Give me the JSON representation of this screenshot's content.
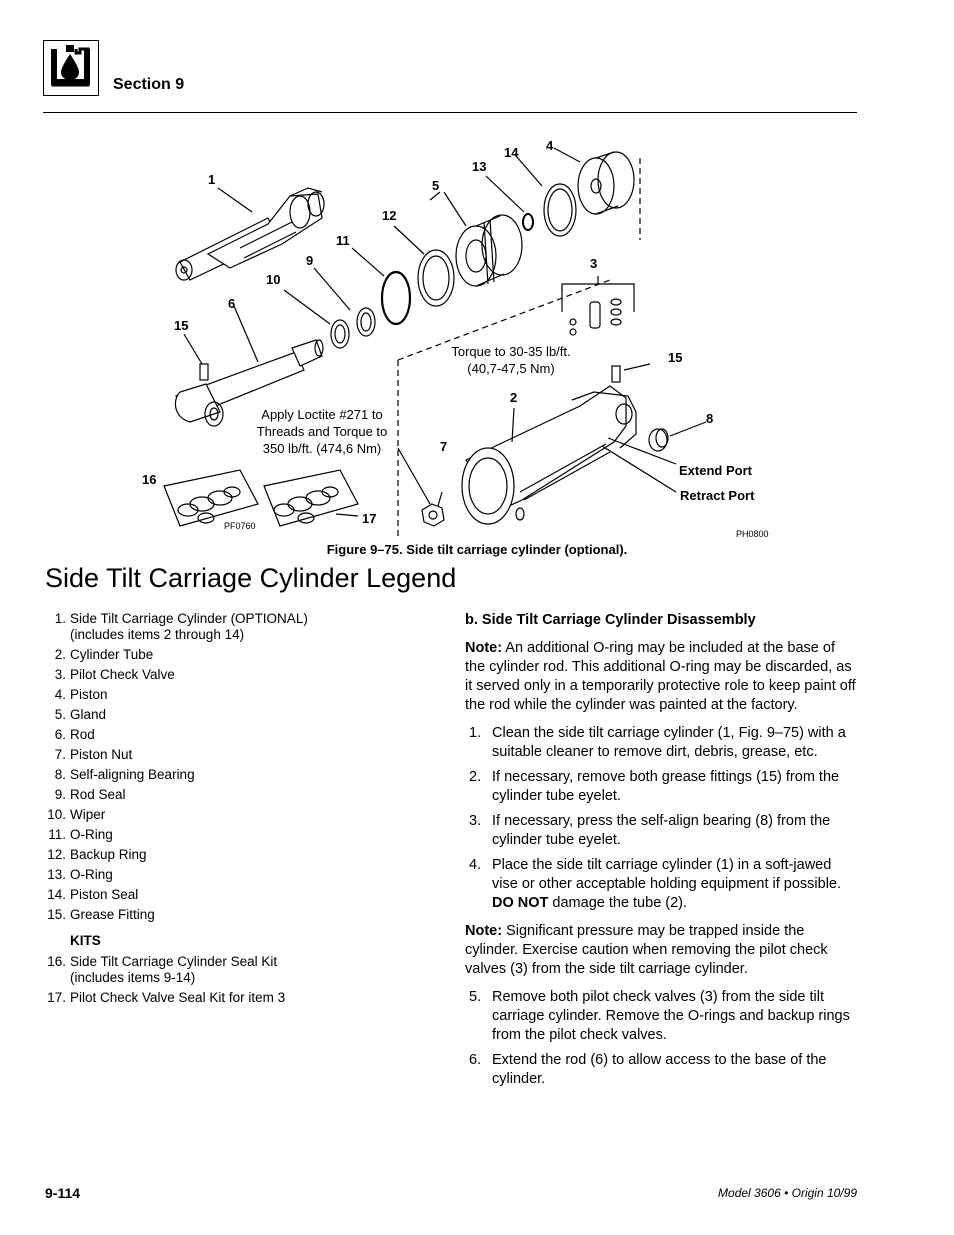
{
  "header": {
    "section": "Section 9",
    "icon": "hydraulic-oil-drop-icon"
  },
  "figure": {
    "callouts": [
      "1",
      "2",
      "3",
      "4",
      "5",
      "6",
      "7",
      "8",
      "9",
      "10",
      "11",
      "12",
      "13",
      "14",
      "15",
      "15",
      "16",
      "17"
    ],
    "torque_note_1": "Torque to 30-35 lb/ft.",
    "torque_note_2": "(40,7-47,5 Nm)",
    "loctite_note_1": "Apply Loctite #271 to",
    "loctite_note_2": "Threads and Torque to",
    "loctite_note_3": "350 lb/ft. (474,6 Nm)",
    "extend_port": "Extend Port",
    "retract_port": "Retract Port",
    "code_left": "PF0760",
    "code_right": "PH0800",
    "caption": "Figure 9–75.  Side tilt carriage cylinder (optional)."
  },
  "legend": {
    "title": "Side Tilt Carriage Cylinder Legend",
    "items": [
      {
        "num": "1.",
        "line1": "Side Tilt Carriage Cylinder (OPTIONAL)",
        "line2": "(includes items 2 through 14)"
      },
      {
        "num": "2.",
        "line1": "Cylinder Tube"
      },
      {
        "num": "3.",
        "line1": "Pilot Check Valve"
      },
      {
        "num": "4.",
        "line1": "Piston"
      },
      {
        "num": "5.",
        "line1": "Gland"
      },
      {
        "num": "6.",
        "line1": "Rod"
      },
      {
        "num": "7.",
        "line1": "Piston Nut"
      },
      {
        "num": "8.",
        "line1": "Self-aligning Bearing"
      },
      {
        "num": "9.",
        "line1": "Rod Seal"
      },
      {
        "num": "10.",
        "line1": "Wiper"
      },
      {
        "num": "11.",
        "line1": "O-Ring"
      },
      {
        "num": "12.",
        "line1": "Backup Ring"
      },
      {
        "num": "13.",
        "line1": "O-Ring"
      },
      {
        "num": "14.",
        "line1": "Piston Seal"
      },
      {
        "num": "15.",
        "line1": "Grease Fitting"
      }
    ],
    "kits_label": "KITS",
    "kits": [
      {
        "num": "16.",
        "line1": "Side Tilt Carriage Cylinder Seal Kit",
        "line2": "(includes items 9-14)"
      },
      {
        "num": "17.",
        "line1": "Pilot Check Valve Seal Kit for item 3"
      }
    ]
  },
  "procedure": {
    "heading": "b.  Side Tilt Carriage Cylinder Disassembly",
    "note1_label": "Note:",
    "note1_text": "  An additional O-ring may be included at the base of the cylinder rod. This additional O-ring may be discarded, as it served only in a temporarily protective role to keep paint off the rod while the cylinder was painted at the factory.",
    "steps_a": [
      {
        "num": "1.",
        "text": "Clean the side tilt carriage cylinder (1, Fig. 9–75) with a suitable cleaner to remove dirt, debris, grease, etc."
      },
      {
        "num": "2.",
        "text": "If necessary, remove both grease fittings (15) from the cylinder tube eyelet."
      },
      {
        "num": "3.",
        "text": "If necessary, press the self-align bearing (8) from the cylinder tube eyelet."
      }
    ],
    "step4_num": "4.",
    "step4_pre": "Place the side tilt carriage cylinder (1) in a soft-jawed vise or other acceptable holding equipment if possible. ",
    "step4_bold": "DO NOT",
    "step4_post": " damage the tube (2).",
    "note2_label": "Note:",
    "note2_text": "  Significant pressure may be trapped inside the cylinder. Exercise caution when removing the pilot check valves (3) from the side tilt carriage cylinder.",
    "steps_b": [
      {
        "num": "5.",
        "text": "Remove both pilot check valves (3) from the side tilt carriage cylinder. Remove the O-rings and backup rings from the pilot check valves."
      },
      {
        "num": "6.",
        "text": "Extend the rod (6) to allow access to the base of the cylinder."
      }
    ]
  },
  "footer": {
    "page": "9-114",
    "model": "Model 3606 • Origin 10/99"
  }
}
